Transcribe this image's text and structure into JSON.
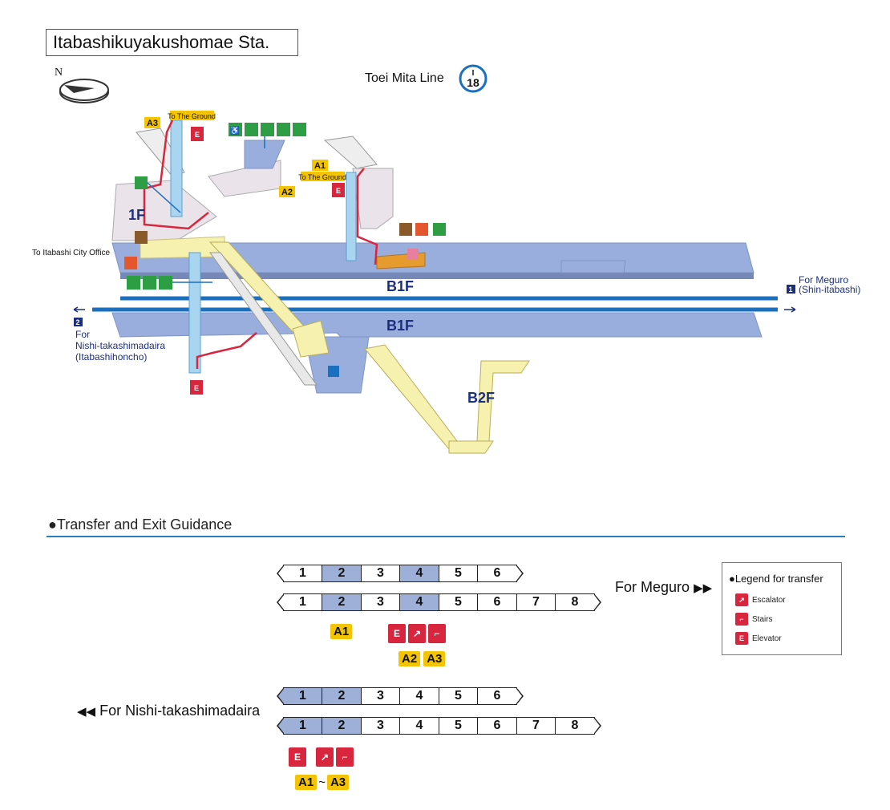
{
  "station_title": "Itabashikuyakushomae Sta.",
  "north_label": "N",
  "line_name": "Toei Mita Line",
  "line_badge": {
    "letter": "I",
    "number": "18",
    "color": "#1a6fbf"
  },
  "floors": {
    "f1": "1F",
    "b1_upper": "B1F",
    "b1_lower": "B1F",
    "b2": "B2F"
  },
  "exits": {
    "a1": "A1",
    "a2": "A2",
    "a3": "A3"
  },
  "to_ground_1": "To The Ground",
  "to_ground_2": "To The Ground",
  "city_office": "To Itabashi City Office",
  "dir_meguro": {
    "num": "1",
    "line1": "For Meguro",
    "line2": "(Shin-itabashi)"
  },
  "dir_nishi": {
    "num": "2",
    "line1": "For",
    "line2": "Nishi-takashimadaira",
    "line3": "(Itabashihoncho)"
  },
  "guidance_title": "●Transfer and Exit Guidance",
  "meguro_label": "For Meguro",
  "nishi_label": "For Nishi-takashimadaira",
  "trains_meguro": [
    {
      "cars": [
        "1",
        "2",
        "3",
        "4",
        "5",
        "6"
      ],
      "highlight": [
        1,
        3
      ]
    },
    {
      "cars": [
        "1",
        "2",
        "3",
        "4",
        "5",
        "6",
        "7",
        "8"
      ],
      "highlight": [
        1,
        3
      ]
    }
  ],
  "trains_nishi": [
    {
      "cars": [
        "1",
        "2",
        "3",
        "4",
        "5",
        "6"
      ],
      "highlight": [
        0,
        1
      ]
    },
    {
      "cars": [
        "1",
        "2",
        "3",
        "4",
        "5",
        "6",
        "7",
        "8"
      ],
      "highlight": [
        0,
        1
      ]
    }
  ],
  "meguro_exit_a1": "A1",
  "meguro_exit_a2": "A2",
  "meguro_exit_a3": "A3",
  "nishi_exit_from": "A1",
  "nishi_exit_sep": "~",
  "nishi_exit_to": "A3",
  "legend": {
    "title": "●Legend for transfer",
    "escalator": "Escalator",
    "stairs": "Stairs",
    "elevator": "Elevator"
  },
  "colors": {
    "platform": "#9aaede",
    "concourse": "#f6f1ae",
    "track": "#1a6fbf",
    "red": "#d7263d",
    "yellow": "#f5c400",
    "green": "#2e9e44",
    "navy": "#1c2f7f"
  },
  "icons": [
    "toilet-icon",
    "wheelchair-icon",
    "baby-icon",
    "nursing-icon",
    "elevator-icon",
    "escalator-icon",
    "stairs-icon",
    "aed-icon",
    "phone-icon",
    "ticket-machine-icon",
    "station-office-icon",
    "compass-icon"
  ]
}
